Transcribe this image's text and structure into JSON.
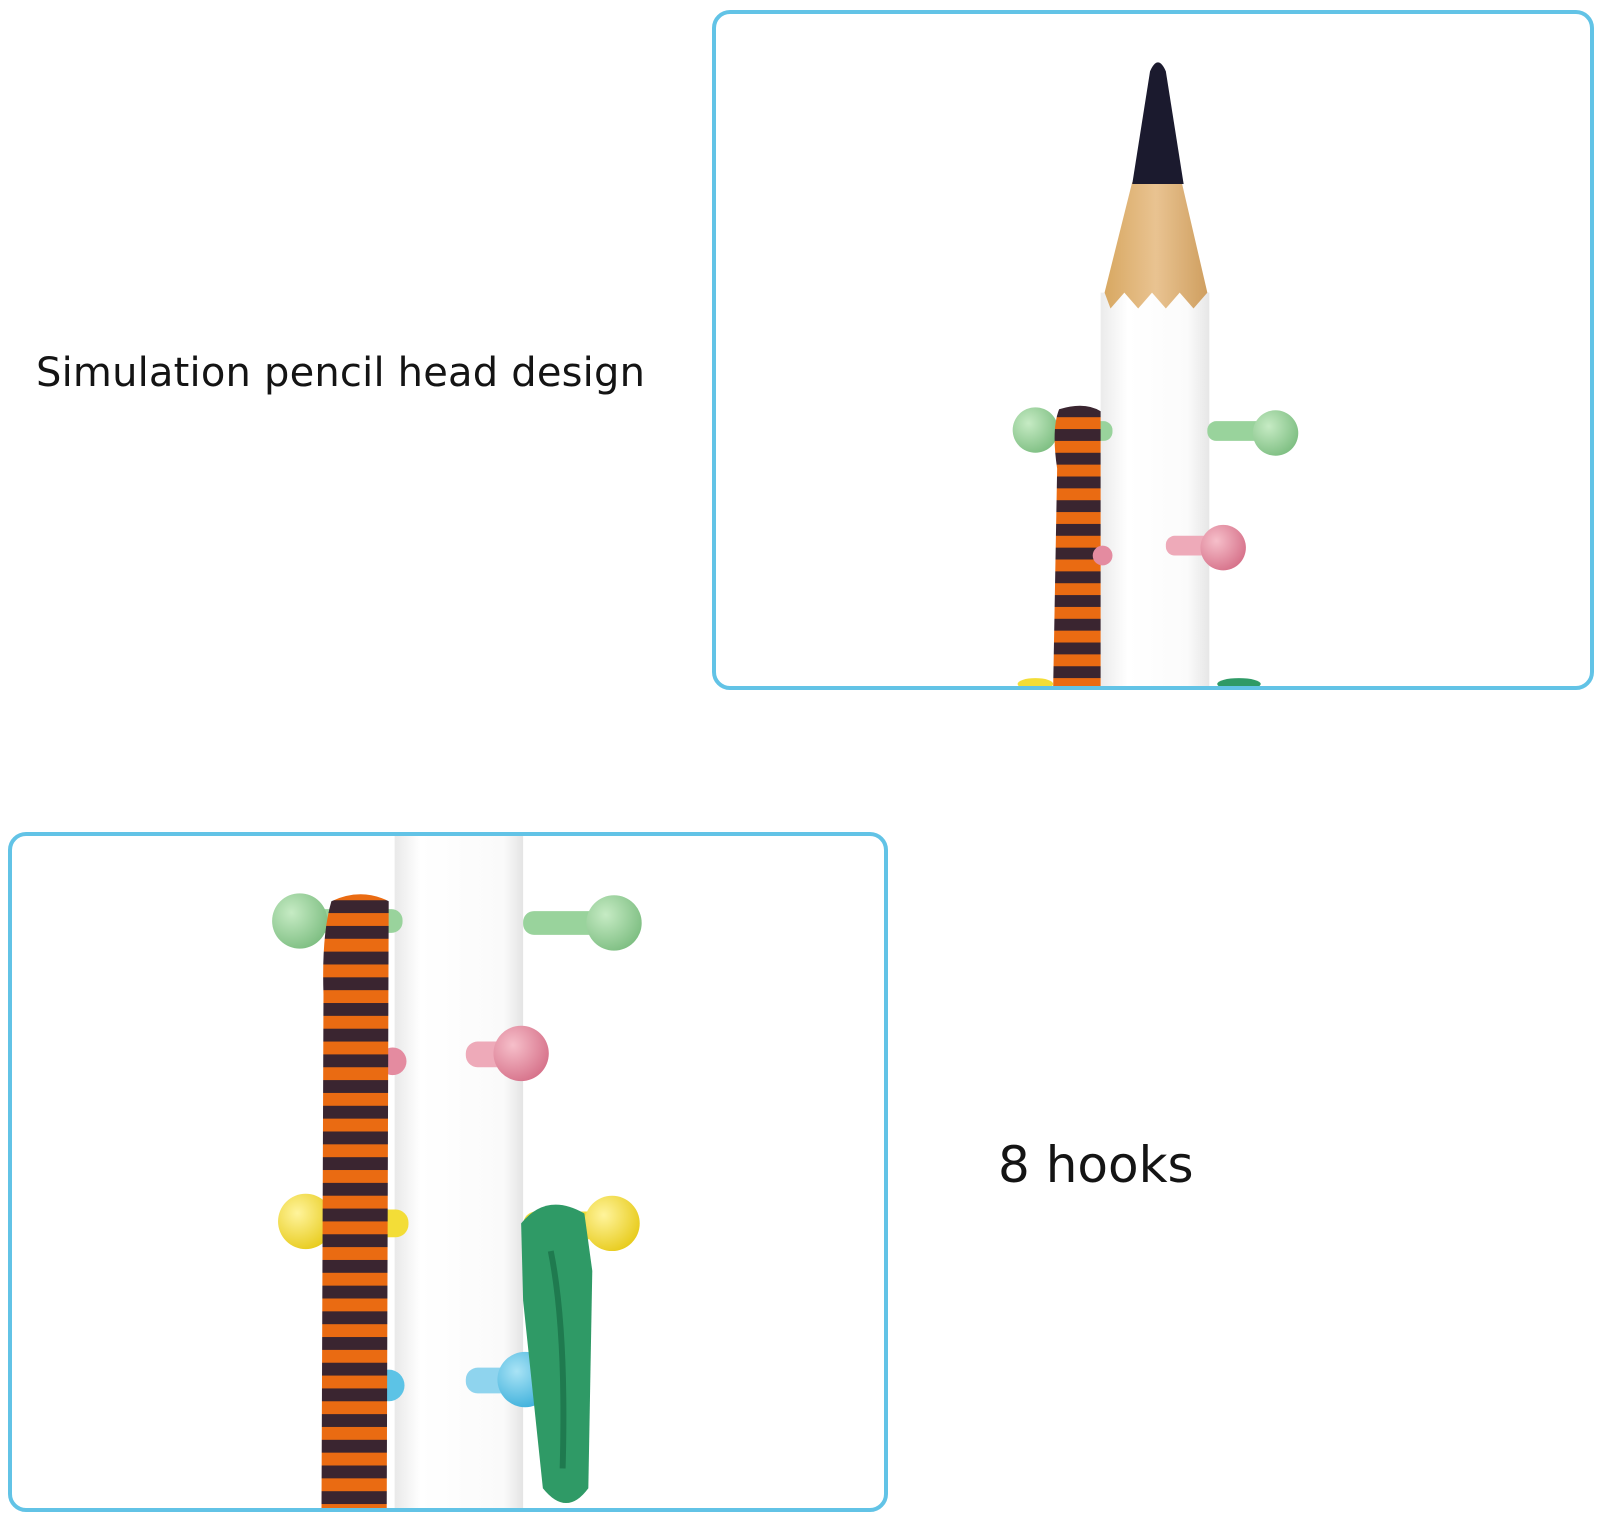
{
  "captions": {
    "top": "Simulation pencil head design",
    "bottom": "8 hooks"
  },
  "colors": {
    "frame_border": "#62c3e6",
    "pencil_lead": "#1b1a2e",
    "pencil_wood": "#dcb27c",
    "pole": "#ffffff",
    "hook_green": "#99d39c",
    "hook_pink": "#e48ba0",
    "hook_yellow": "#f3dd37",
    "hook_blue": "#5cc3e6",
    "scarf_orange": "#ea6b12",
    "scarf_dark": "#3a2530",
    "cloth_green": "#2f9a66"
  },
  "photos": [
    {
      "subject": "pencil-tip-close-up"
    },
    {
      "subject": "hooks-close-up"
    }
  ]
}
